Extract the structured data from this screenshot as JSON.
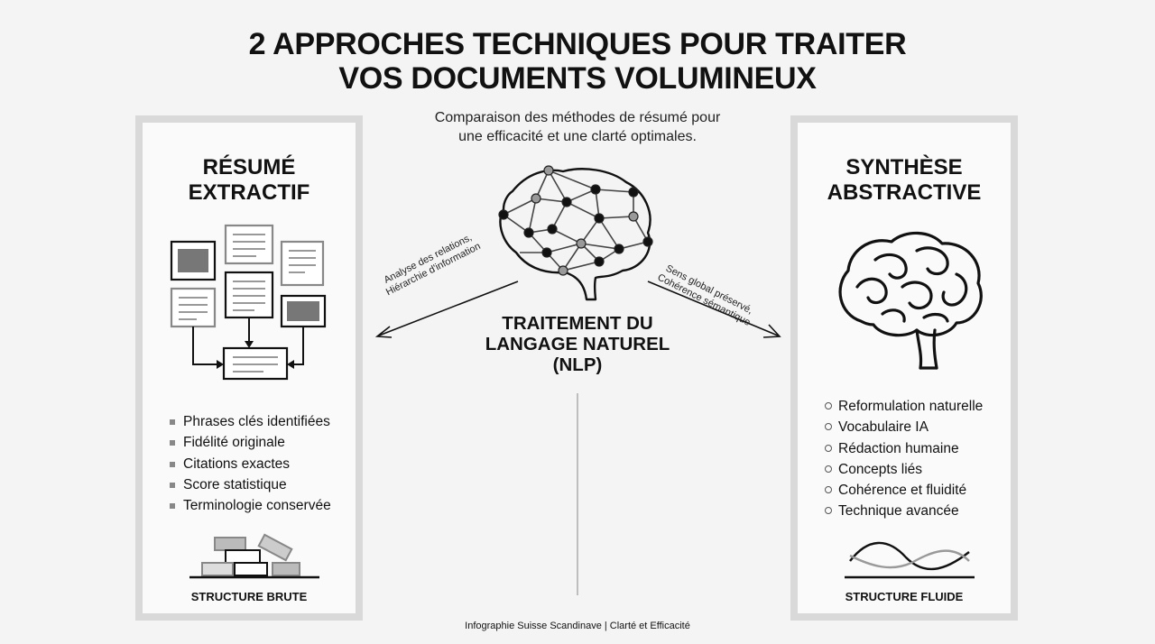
{
  "title": {
    "line1": "2 APPROCHES TECHNIQUES POUR TRAITER",
    "line2": "VOS DOCUMENTS VOLUMINEUX"
  },
  "subtitle": {
    "line1": "Comparaison des méthodes de résumé pour",
    "line2": "une efficacité et une clarté optimales."
  },
  "left_panel": {
    "title_line1": "RÉSUMÉ",
    "title_line2": "EXTRACTIF",
    "icon": "document-extraction-icon",
    "bullets": [
      "Phrases clés identifiées",
      "Fidélité originale",
      "Citations exactes",
      "Score statistique",
      "Terminologie conservée"
    ],
    "footer_icon": "stacked-bricks-icon",
    "footer_label": "STRUCTURE BRUTE"
  },
  "center": {
    "icon": "brain-network-icon",
    "label_line1": "TRAITEMENT DU",
    "label_line2": "LANGAGE NATUREL",
    "label_line3": "(NLP)",
    "arrow_left_line1": "Analyse des relations,",
    "arrow_left_line2": "Hiérarchie d'information",
    "arrow_right_line1": "Sens global préservé,",
    "arrow_right_line2": "Cohérence sémantique"
  },
  "right_panel": {
    "title_line1": "SYNTHÈSE",
    "title_line2": "ABSTRACTIVE",
    "icon": "brain-icon",
    "bullets": [
      "Reformulation naturelle",
      "Vocabulaire IA",
      "Rédaction humaine",
      "Concepts liés",
      "Cohérence et fluidité",
      "Technique avancée"
    ],
    "footer_icon": "wave-lines-icon",
    "footer_label": "STRUCTURE FLUIDE"
  },
  "footer": "Infographie Suisse Scandinave | Clarté et Efficacité",
  "colors": {
    "background": "#f4f4f4",
    "panel_border": "#d9d9d9",
    "ink": "#111111",
    "grey": "#9a9a9a"
  }
}
